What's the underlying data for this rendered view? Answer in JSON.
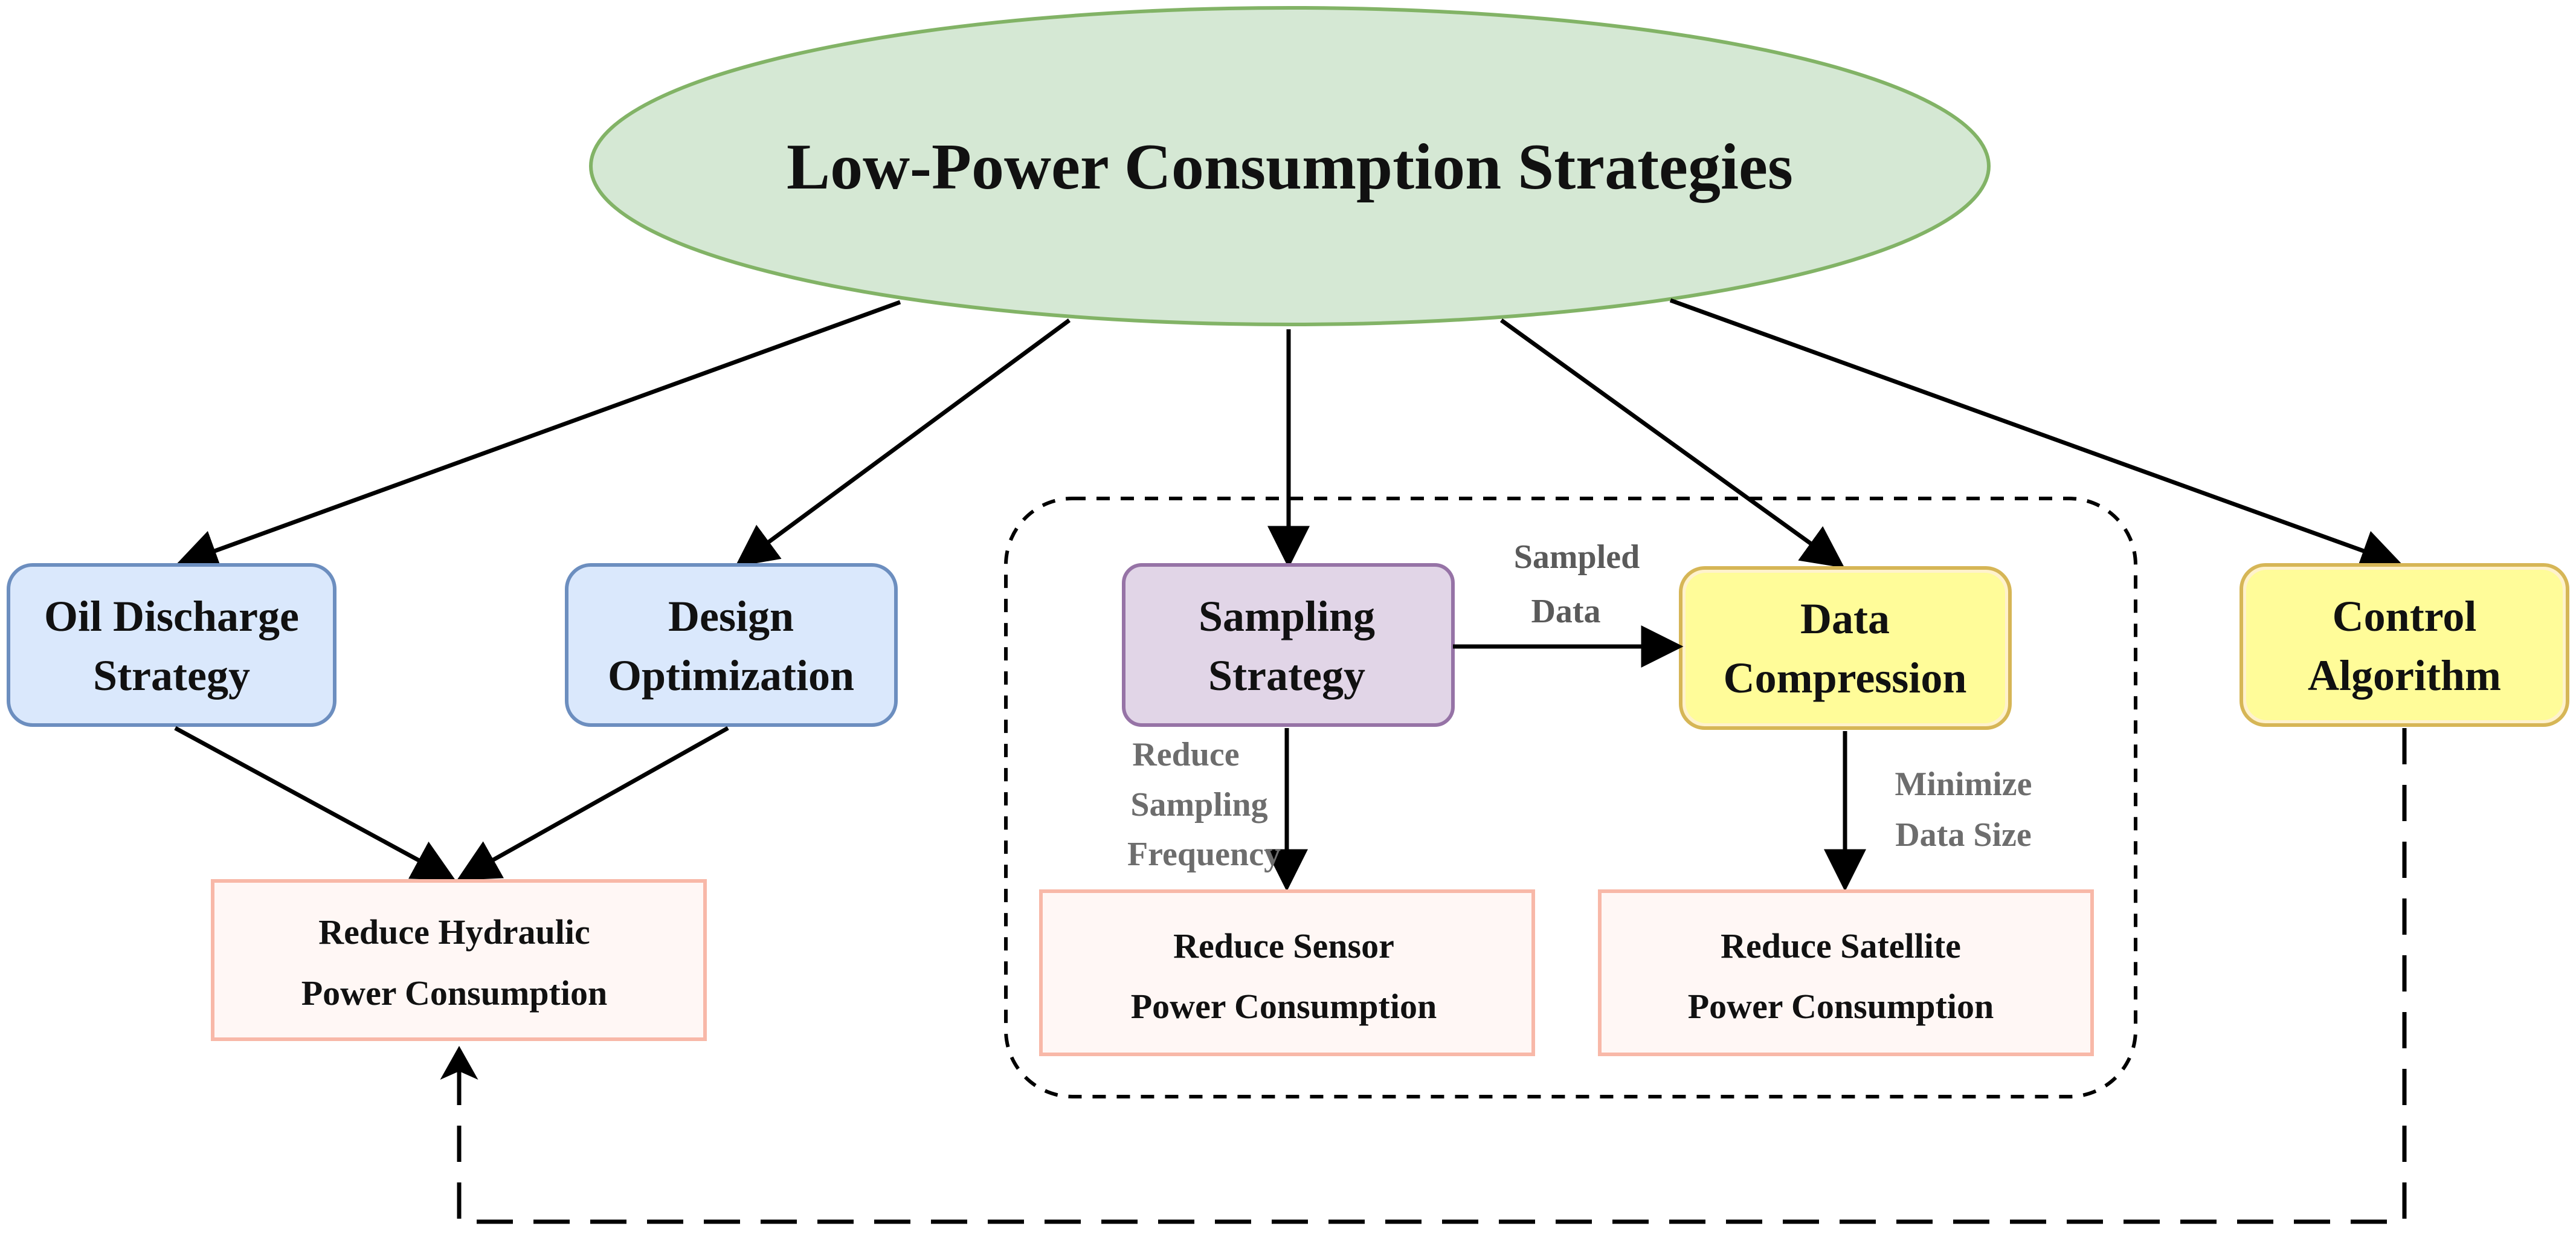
{
  "root": {
    "label": "Low-Power Consumption Strategies",
    "fill": "#d5e8d4",
    "stroke": "#82b366"
  },
  "strategies": {
    "oil_discharge": {
      "line1": "Oil Discharge",
      "line2": "Strategy"
    },
    "design_optimization": {
      "line1": "Design",
      "line2": "Optimization"
    },
    "sampling": {
      "line1": "Sampling",
      "line2": "Strategy"
    },
    "data_compression": {
      "line1": "Data",
      "line2": "Compression"
    },
    "control_algorithm": {
      "line1": "Control",
      "line2": "Algorithm"
    }
  },
  "results": {
    "hydraulic": {
      "line1": "Reduce Hydraulic",
      "line2": "Power Consumption"
    },
    "sensor": {
      "line1": "Reduce  Sensor",
      "line2": "Power Consumption"
    },
    "satellite": {
      "line1": "Reduce  Satellite",
      "line2": "Power Consumption"
    }
  },
  "edge_labels": {
    "sampled_data": {
      "line1": "Sampled",
      "line2": "Data"
    },
    "reduce_sampling": {
      "line1": "Reduce",
      "line2": "Sampling",
      "line3": "Frequency"
    },
    "minimize_data": {
      "line1": "Minimize",
      "line2": "Data Size"
    }
  },
  "colors": {
    "blue_fill": "#dae8fc",
    "blue_stroke": "#6c8ebf",
    "purple_fill": "#e1d5e7",
    "purple_stroke": "#9673a6",
    "yellow_fill": "#fff2cc",
    "yellow_bright": "#ffff88",
    "yellow_stroke": "#d6b656",
    "pink_fill": "#fff7f5",
    "pink_stroke": "#f8b8a8"
  }
}
